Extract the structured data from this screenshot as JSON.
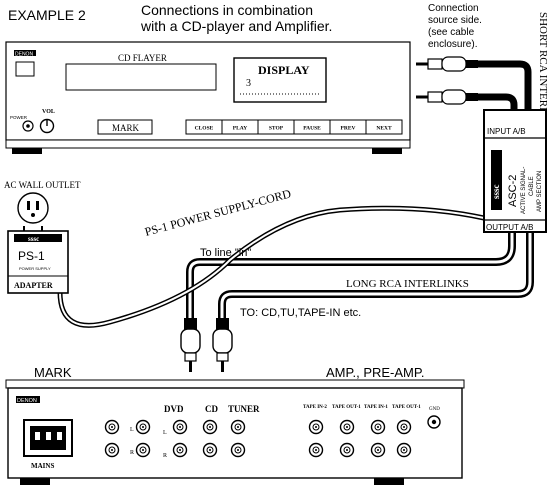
{
  "example_label": "EXAMPLE 2",
  "title_line1": "Connections in combination",
  "title_line2": "with a CD-player and Amplifier.",
  "source_note": [
    "Connection",
    "source side.",
    "(see cable",
    "enclosure)."
  ],
  "short_interlinks": "SHORT RCA INTERLINKS",
  "cd_player": {
    "brand_badge": "DENON",
    "name": "CD FLAYER",
    "display_label": "DISPLAY",
    "display_value": "3",
    "power_label": "POWER",
    "volume_label": "VOL",
    "mark_label": "MARK",
    "buttons": [
      "CLOSE",
      "PLAY",
      "STOP",
      "PAUSE",
      "PREV",
      "NEXT"
    ]
  },
  "ac_outlet": "AC WALL OUTLET",
  "adapter": {
    "brand": "sssc",
    "model": "PS-1",
    "sub": "POWER SUPPLY",
    "label": "ADAPTER"
  },
  "power_cord": "PS-1 POWER SUPPLY-CORD",
  "asc": {
    "input": "INPUT A/B",
    "output": "OUTPUT A/B",
    "brand": "sssc",
    "model": "ASC-2",
    "desc1": "ACTIVE SIGNAL-",
    "desc2": "CABLE",
    "desc3": "AMP SECTION"
  },
  "to_line_in": "To line \"in\"",
  "long_interlinks": "LONG RCA INTERLINKS",
  "to_inputs": "TO: CD,TU,TAPE-IN etc.",
  "amp": {
    "mark_label": "MARK",
    "title": "AMP., PRE-AMP.",
    "brand": "DENON",
    "mains": "MAINS",
    "groups": [
      "DVD",
      "CD",
      "TUNER"
    ],
    "tape_labels": [
      "TAPE IN-2",
      "TAPE OUT-1",
      "TAPE IN-1",
      "TAPE OUT-1"
    ],
    "lr": [
      "L",
      "R"
    ],
    "gnd": "GND"
  }
}
